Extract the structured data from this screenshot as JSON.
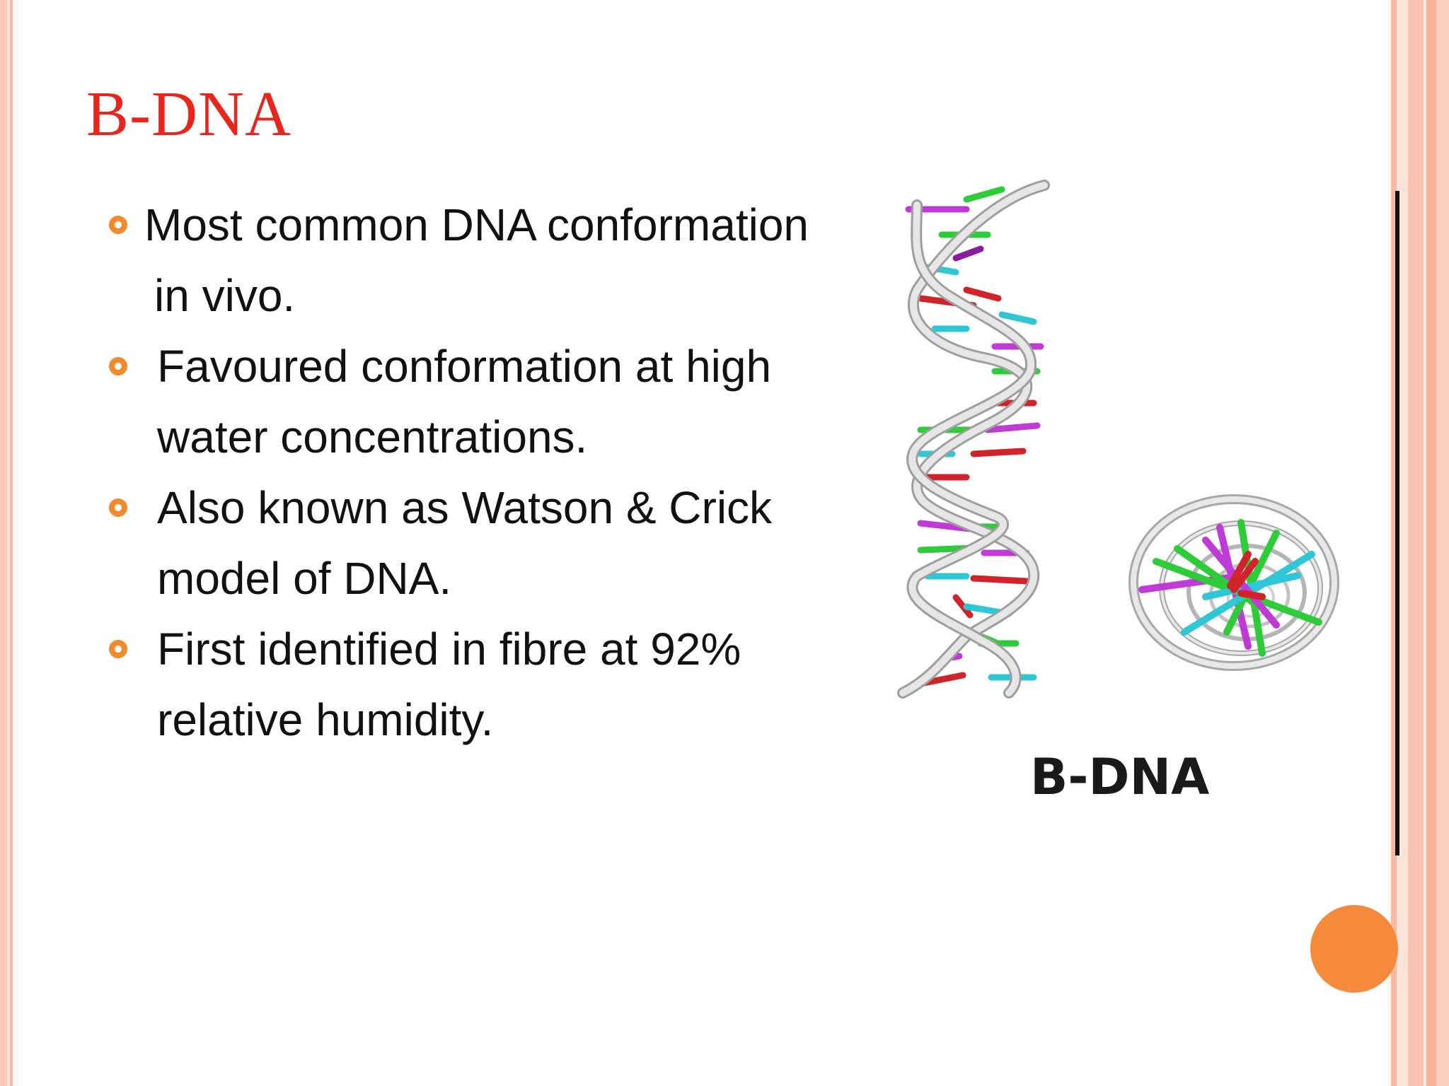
{
  "slide": {
    "title": "B-DNA",
    "bullets": [
      {
        "line1": "Most common DNA conformation",
        "line2": "in vivo."
      },
      {
        "line1": "Favoured conformation at high",
        "line2": "water concentrations."
      },
      {
        "line1": "Also known as Watson & Crick",
        "line2": "model of DNA."
      },
      {
        "line1": "First identified in fibre at 92%",
        "line2": "relative humidity."
      }
    ],
    "figure_caption": "B-DNA"
  },
  "colors": {
    "title": "#e8261e",
    "bullet_marker": "#f18a2d",
    "slide_dot": "#f58a3c",
    "base_magenta": "#c03ad6",
    "base_green": "#2fcc3a",
    "base_cyan": "#2fc7d6",
    "base_red": "#d0242a",
    "backbone": "#d8d8d8"
  },
  "icons": {
    "bullet_marker": "hollow-circle-icon",
    "slide_indicator": "orange-circle-icon"
  }
}
